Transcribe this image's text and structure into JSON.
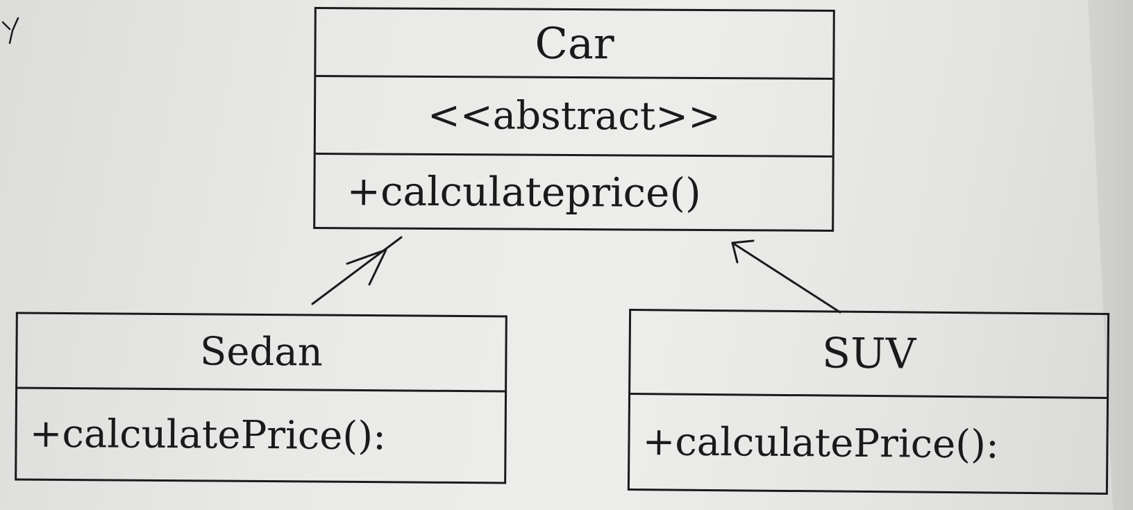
{
  "diagram": {
    "classes": [
      {
        "id": "car",
        "name": "Car",
        "stereotype": "<<abstract>>",
        "methods": [
          "+calculateprice()"
        ]
      },
      {
        "id": "sedan",
        "name": "Sedan",
        "methods": [
          "+calculatePrice():"
        ]
      },
      {
        "id": "suv",
        "name": "SUV",
        "methods": [
          "+calculatePrice():"
        ]
      }
    ],
    "relations": [
      {
        "type": "inheritance",
        "from": "Sedan",
        "to": "Car"
      },
      {
        "type": "inheritance",
        "from": "SUV",
        "to": "Car"
      }
    ]
  },
  "colors": {
    "ink": "#1a1a1a",
    "paper": "#ebebe9"
  }
}
